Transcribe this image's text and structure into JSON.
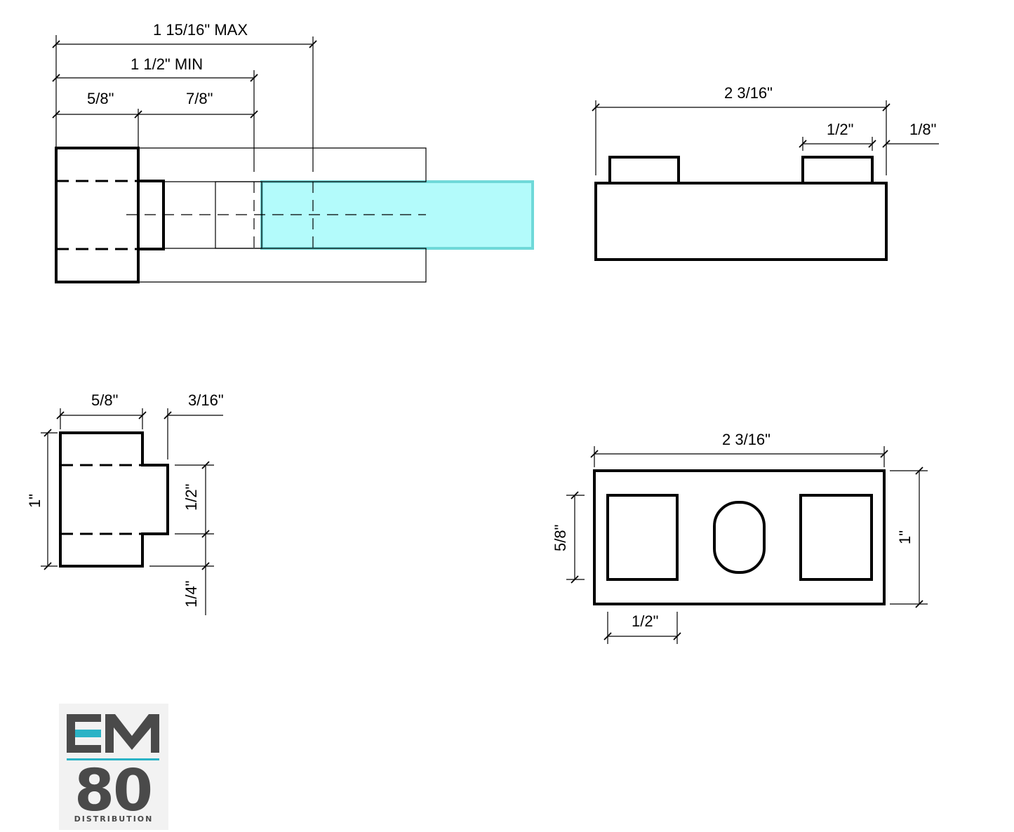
{
  "dimensions": {
    "top_left": {
      "overall_max": "1 15/16\" MAX",
      "overall_min": "1 1/2\" MIN",
      "left_seg": "5/8\"",
      "right_seg": "7/8\""
    },
    "top_right": {
      "overall": "2 3/16\"",
      "tab": "1/2\"",
      "offset": "1/8\""
    },
    "bottom_left": {
      "width": "5/8\"",
      "step": "3/16\"",
      "height": "1\"",
      "tab_height": "1/2\"",
      "bottom": "1/4\""
    },
    "bottom_right": {
      "overall": "2 3/16\"",
      "height": "1\"",
      "window_height": "5/8\"",
      "window_width": "1/2\""
    }
  },
  "highlight_color": "#b3fbfb",
  "highlight_stroke": "#6fd9d9",
  "logo": {
    "line1": "EM",
    "line2": "80",
    "sub": "DISTRIBUTION",
    "accent": "#2bb3c6",
    "gray": "#4a4a4a"
  }
}
